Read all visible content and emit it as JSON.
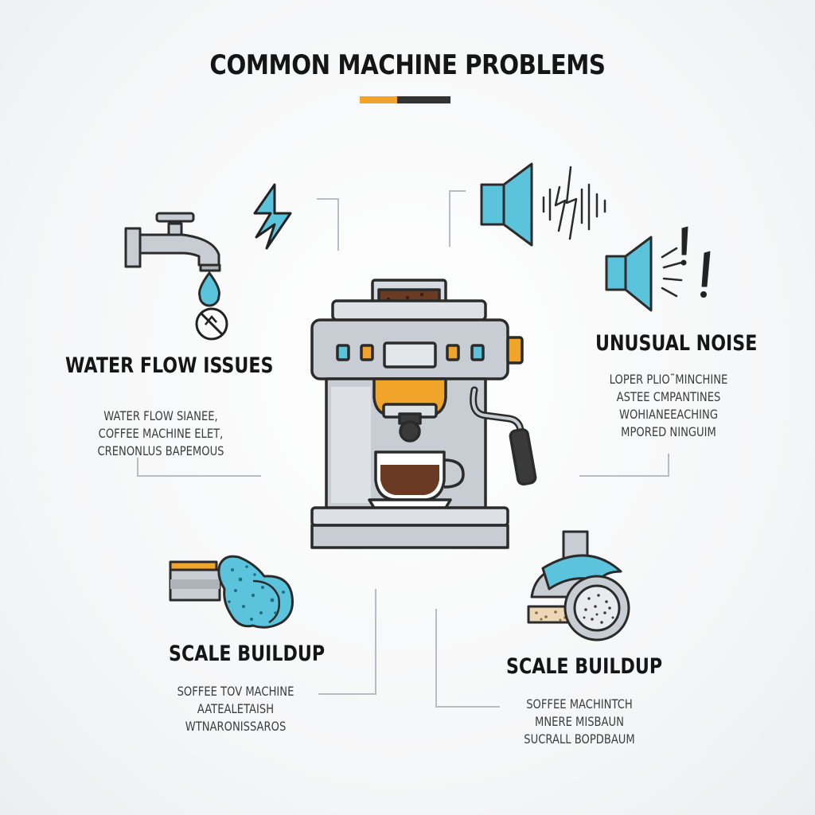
{
  "title": "COMMON MACHINE PROBLEMS",
  "colors": {
    "accent_orange": "#f0a52a",
    "accent_blue": "#5cc3dc",
    "steel": "#c8cdd3",
    "coffee": "#6b3a22",
    "outline": "#2b2b2b"
  },
  "sections": {
    "water_flow": {
      "heading": "WATER FLOW ISSUES",
      "lines": [
        "WATER FLOW SIANEE,",
        "COFFEE MACHINE ELET,",
        "CRENONLUS BAPEMOUS"
      ],
      "icons": [
        "faucet-icon",
        "water-drop-icon",
        "no-flow-icon",
        "lightning-icon"
      ]
    },
    "unusual_noise": {
      "heading": "UNUSUAL NOISE",
      "lines": [
        "LOPER PLIO˜MINCHINE",
        "ASTEE CMPANTINES",
        "WOHIANEEACHING",
        "MPORED NINGUIM"
      ],
      "icons": [
        "speaker-wave-icon",
        "speaker-alert-icon"
      ]
    },
    "scale_left": {
      "heading": "SCALE BUILDUP",
      "lines": [
        "SOFFEE TOV MACHINE",
        "AATEALETAISH",
        "WTNARONISSAROS"
      ],
      "icons": [
        "scaled-pipe-icon"
      ]
    },
    "scale_right": {
      "heading": "SCALE BUILDUP",
      "lines": [
        "SOFFEE MACHINTCH",
        "MNERE MISBAUN",
        "SUCRALL BOPDBAUM"
      ],
      "icons": [
        "scaled-filter-icon"
      ]
    }
  },
  "center_icon": "espresso-machine-icon"
}
